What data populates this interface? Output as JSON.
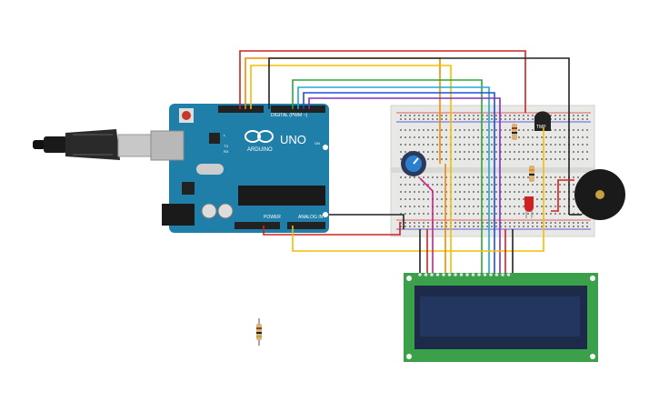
{
  "arduino": {
    "logo_text": "ARDUINO",
    "model": "UNO",
    "on_label": "ON",
    "digital_label": "DIGITAL (PWM ~)",
    "analog_label": "ANALOG IN",
    "power_label": "POWER",
    "tx_label": "TX",
    "rx_label": "RX",
    "l_label": "L"
  },
  "sensor": {
    "label": "TMP"
  },
  "colors": {
    "board": "#1f7fa8",
    "breadboard": "#e8e8e6",
    "lcd_pcb": "#3aa04a",
    "lcd_screen": "#1e2a4a",
    "wire_red": "#d42020",
    "wire_black": "#222222",
    "wire_yellow": "#f0c000",
    "wire_orange": "#f08a00",
    "wire_green": "#2ea63a",
    "wire_cyan": "#20a8d8",
    "wire_blue": "#2050d0",
    "wire_purple": "#8030c0",
    "wire_magenta": "#d02080"
  }
}
